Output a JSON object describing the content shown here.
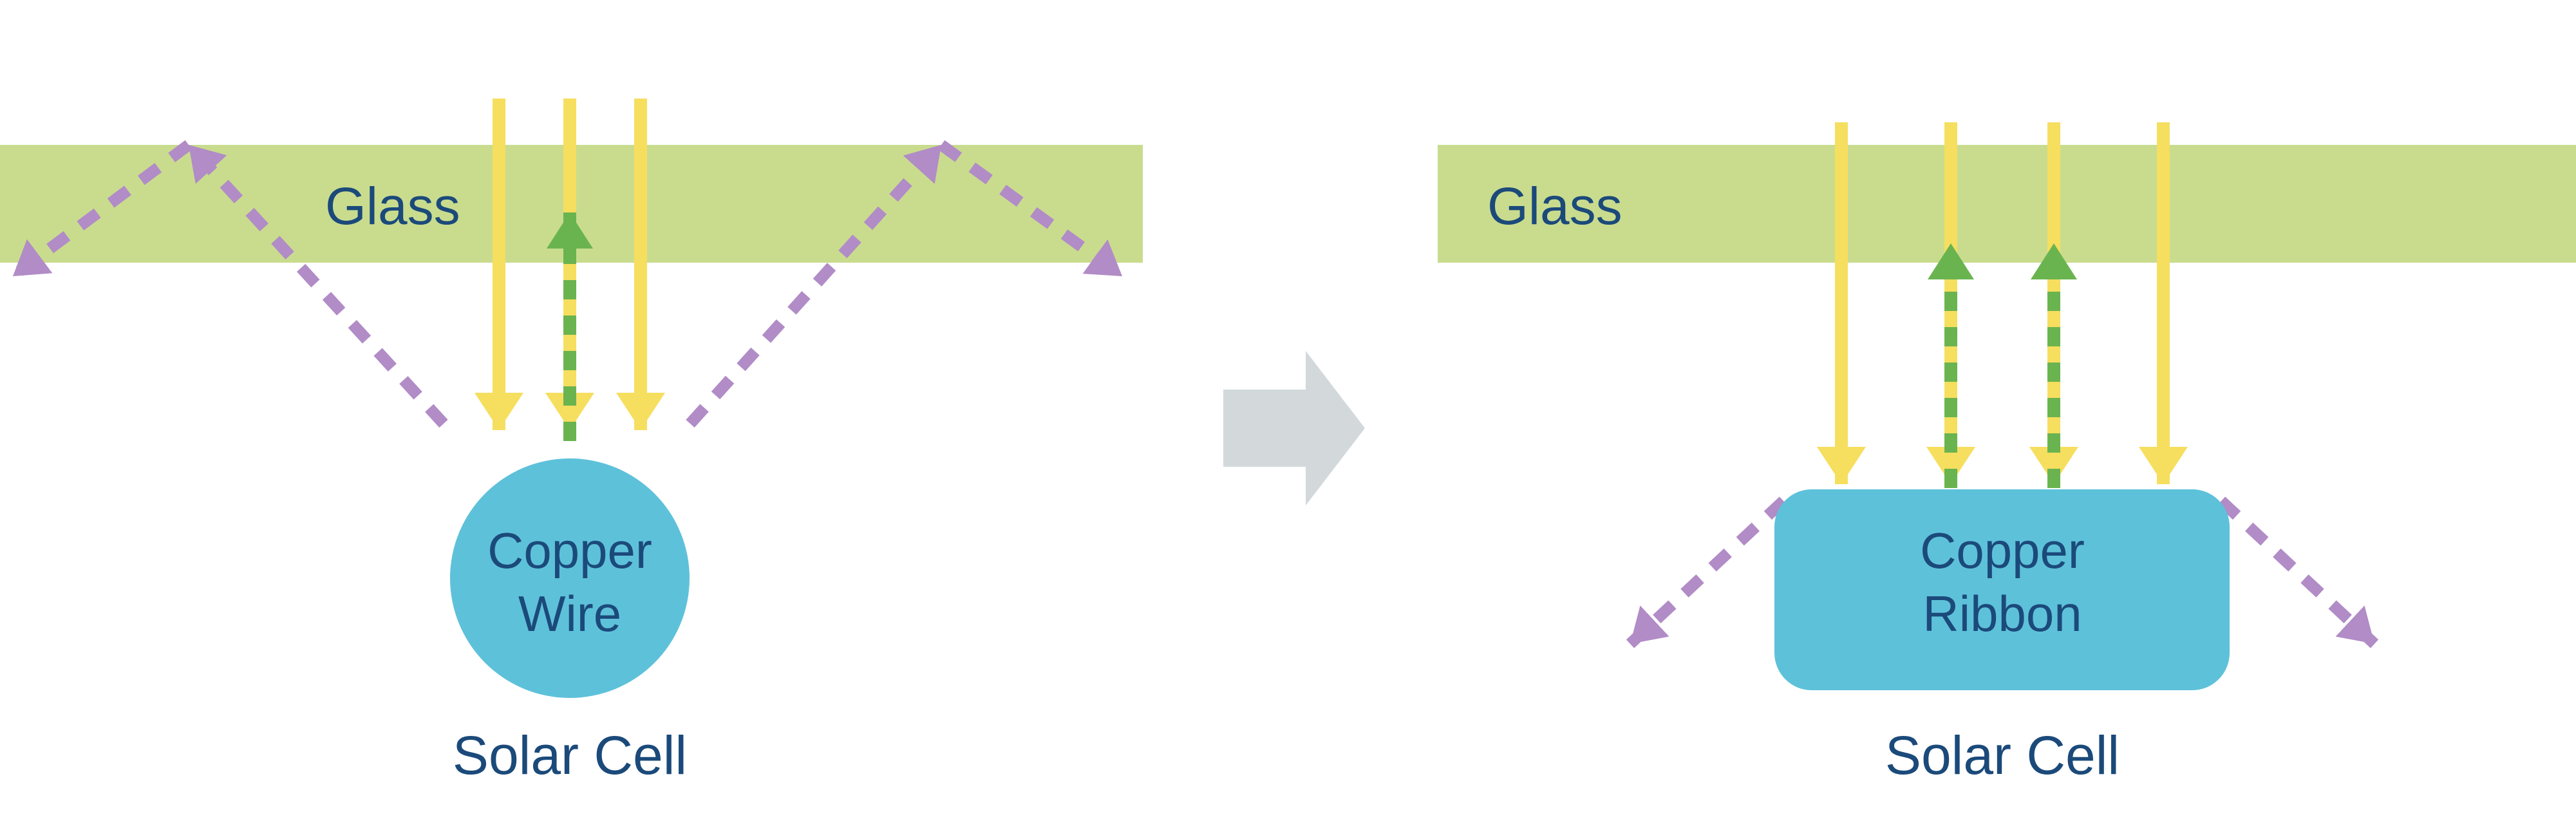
{
  "diagram": {
    "left": {
      "glass_label": "Glass",
      "component_line1": "Copper",
      "component_line2": "Wire",
      "caption": "Solar Cell"
    },
    "right": {
      "glass_label": "Glass",
      "component_line1": "Copper",
      "component_line2": "Ribbon",
      "caption": "Solar Cell"
    }
  },
  "colors": {
    "glass": "#c9dc8e",
    "navy": "#1b4a7a",
    "sunlight": "#f6de5f",
    "reflected": "#6ab450",
    "scattered": "#b18cc6",
    "copper_component": "#5ec1da",
    "transform_arrow": "#d3d9db"
  }
}
